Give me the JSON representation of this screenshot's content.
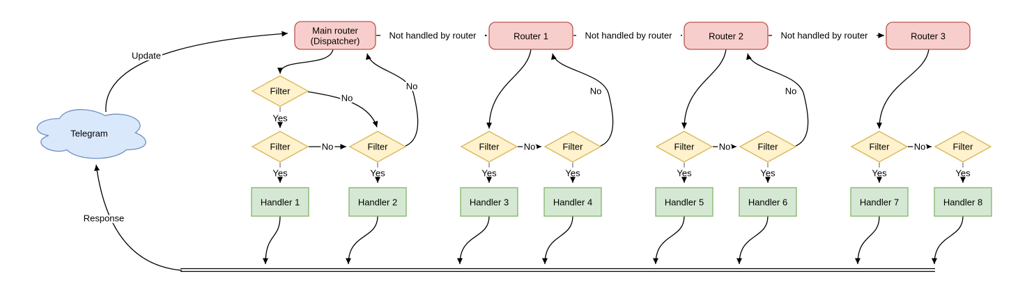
{
  "diagram": {
    "telegram_label": "Telegram",
    "dispatcher": {
      "line1": "Main router",
      "line2": "(Dispatcher)"
    },
    "routers": [
      "Router 1",
      "Router 2",
      "Router 3"
    ],
    "filter_label": "Filter",
    "handlers": [
      "Handler 1",
      "Handler 2",
      "Handler 3",
      "Handler 4",
      "Handler 5",
      "Handler 6",
      "Handler 7",
      "Handler 8"
    ],
    "edge_labels": {
      "update": "Update",
      "response": "Response",
      "not_handled": "Not handled by router",
      "yes": "Yes",
      "no": "No"
    },
    "colors": {
      "cloud_fill": "#dae8fc",
      "cloud_stroke": "#6c8ebf",
      "router_fill": "#f8cecc",
      "router_stroke": "#b85450",
      "filter_fill": "#fff2cc",
      "filter_stroke": "#d6b656",
      "handler_fill": "#d5e8d4",
      "handler_stroke": "#82b366",
      "edge_color": "#000000"
    }
  }
}
